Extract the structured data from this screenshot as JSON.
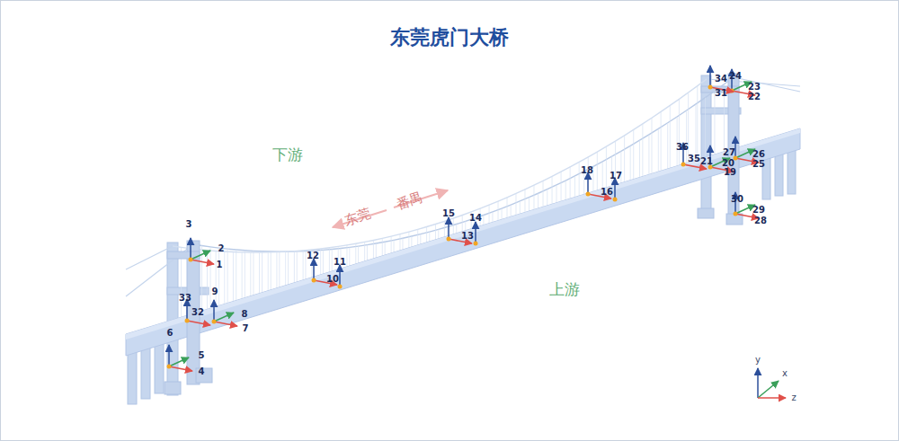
{
  "diagram": {
    "title": "东莞虎门大桥",
    "labels": [
      "下游",
      "东莞",
      "番禺",
      "上游",
      "1",
      "2",
      "3",
      "4",
      "5",
      "6",
      "7",
      "8",
      "9",
      "10",
      "11",
      "12",
      "13",
      "14",
      "15",
      "16",
      "17",
      "18",
      "19",
      "20",
      "21",
      "22",
      "23",
      "24",
      "25",
      "26",
      "27",
      "28",
      "29",
      "30",
      "31",
      "32",
      "33",
      "34",
      "35",
      "36",
      "y",
      "x",
      "z"
    ]
  }
}
